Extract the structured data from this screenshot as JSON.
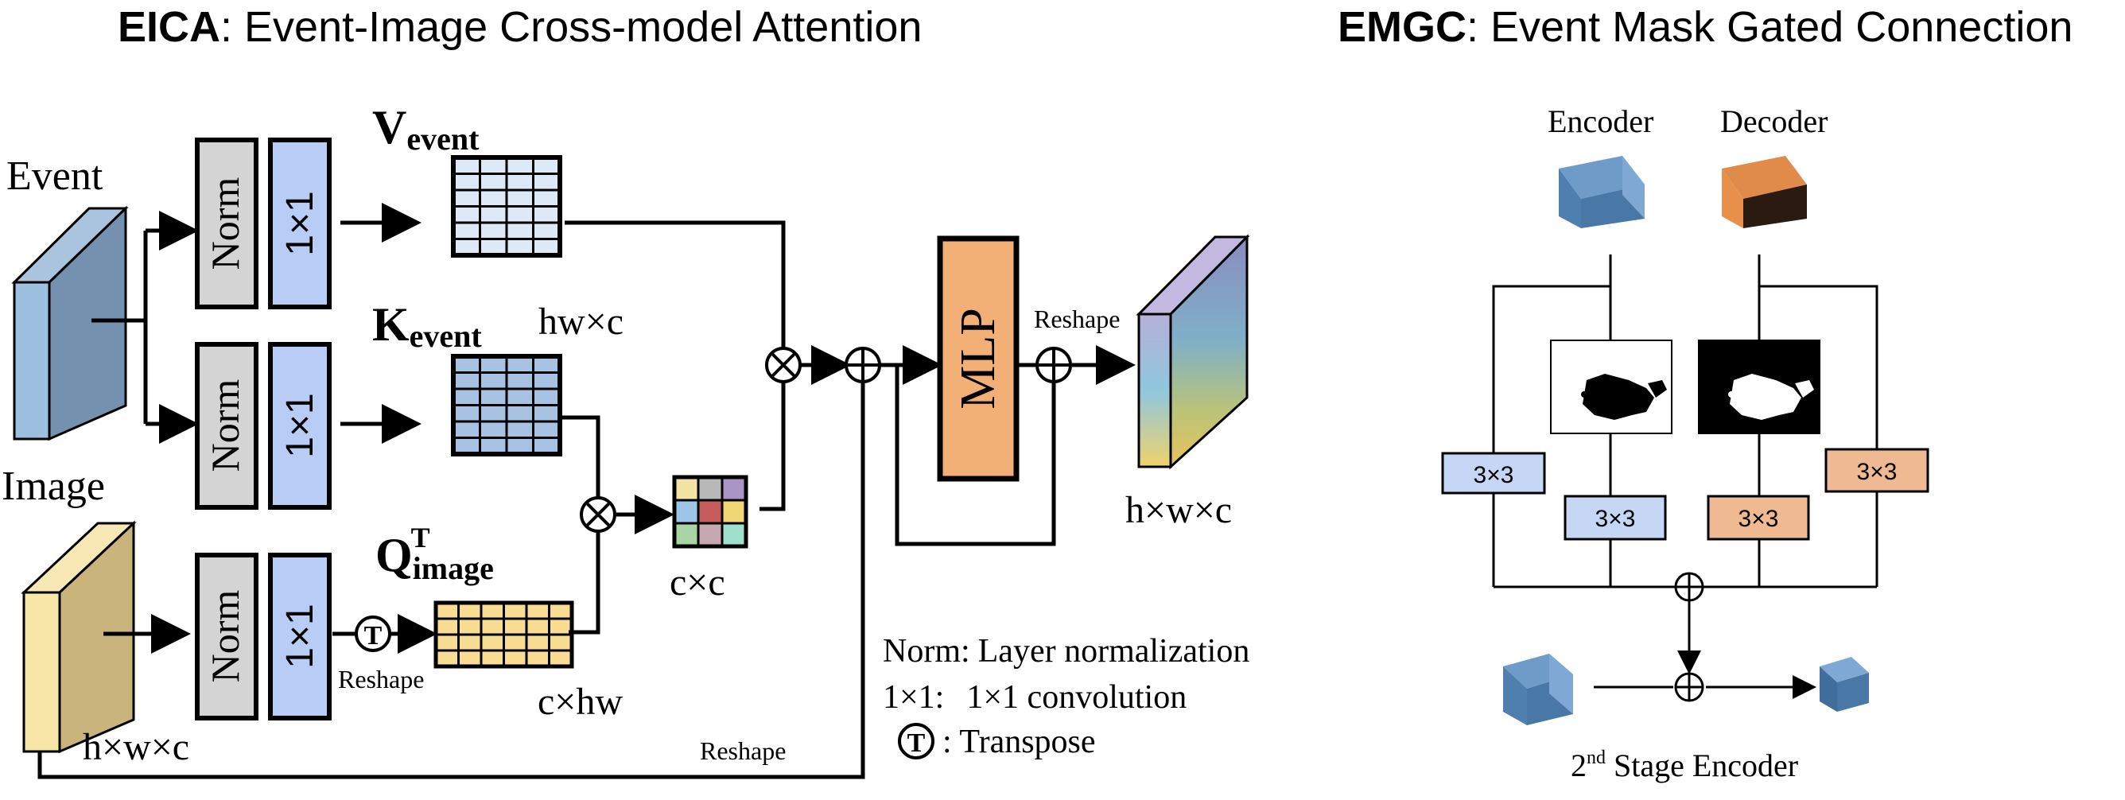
{
  "eica": {
    "title_bold": "EICA",
    "title_rest": ": Event-Image Cross-model Attention",
    "event_label": "Event",
    "image_label": "Image",
    "norm_label": "Norm",
    "conv_label": "1×1",
    "v_sym": "V",
    "v_sub": "event",
    "k_sym": "K",
    "k_sub": "event",
    "q_sym": "Q",
    "q_sup": "T",
    "q_sub": "image",
    "transpose_symbol": "T",
    "reshape_label": "Reshape",
    "reshape_bottom_label": "Reshape",
    "reshape_out_label": "Reshape",
    "hw_c_label": "hw×c",
    "c_hw_label": "c×hw",
    "c_c_label": "c×c",
    "mlp_label": "MLP",
    "input_dim_label": "h×w×c",
    "output_dim_label": "h×w×c",
    "legend": {
      "norm_key": "Norm:",
      "norm_desc": "Layer normalization",
      "conv_key": "1×1:",
      "conv_desc": "1×1 convolution",
      "t_symbol": "T",
      "t_desc": ": Transpose"
    }
  },
  "emgc": {
    "title_bold": "EMGC",
    "title_rest": ": Event Mask Gated Connection",
    "encoder_label": "Encoder",
    "decoder_label": "Decoder",
    "conv_label": "3×3",
    "stage_prefix": "2",
    "stage_sup": "nd",
    "stage_rest": " Stage Encoder"
  },
  "colors": {
    "norm_fill": "#d4d4d4",
    "conv_fill": "#b7cdf5",
    "event_blue": "#8fb0d2",
    "image_yellow": "#f3e2a6",
    "mlp_orange": "#f2b076",
    "enc_blue": "#4f7fae",
    "dec_orange": "#e07f3a",
    "conv_blue_emgc": "#c5d7f5",
    "conv_orange_emgc": "#efb992"
  }
}
